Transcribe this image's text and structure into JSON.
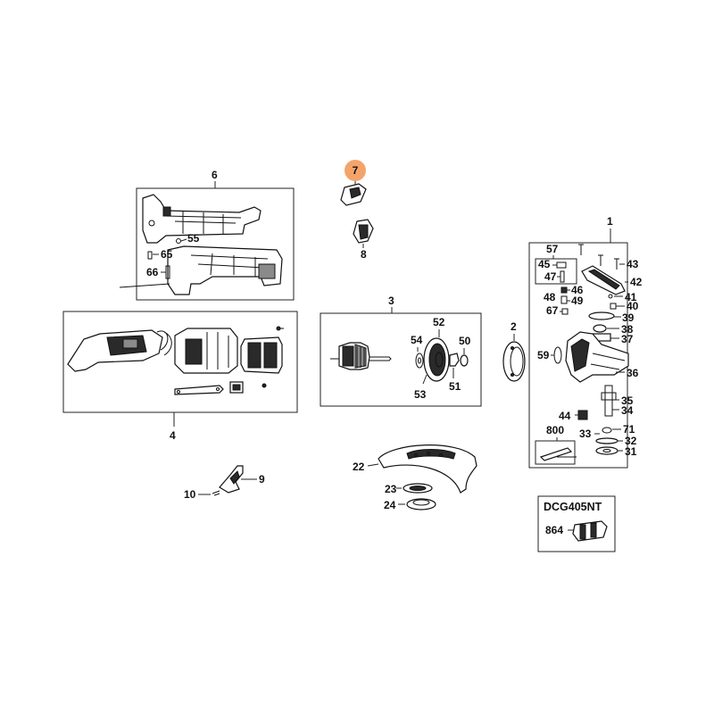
{
  "model_box": {
    "model": "DCG405NT",
    "part": "864"
  },
  "highlight": {
    "label": "7",
    "color": "#f4a46b"
  },
  "callouts": {
    "c1": "1",
    "c2": "2",
    "c3": "3",
    "c4": "4",
    "c6": "6",
    "c8": "8",
    "c9": "9",
    "c10": "10",
    "c22": "22",
    "c23": "23",
    "c24": "24",
    "c31": "31",
    "c32": "32",
    "c33": "33",
    "c34": "34",
    "c35": "35",
    "c36": "36",
    "c37": "37",
    "c38": "38",
    "c39": "39",
    "c40": "40",
    "c41": "41",
    "c42": "42",
    "c43": "43",
    "c44": "44",
    "c45": "45",
    "c46": "46",
    "c47": "47",
    "c48": "48",
    "c49": "49",
    "c50": "50",
    "c51": "51",
    "c52": "52",
    "c53": "53",
    "c54": "54",
    "c55": "55",
    "c57": "57",
    "c59": "59",
    "c65": "65",
    "c66": "66",
    "c67": "67",
    "c71": "71",
    "c800": "800"
  }
}
